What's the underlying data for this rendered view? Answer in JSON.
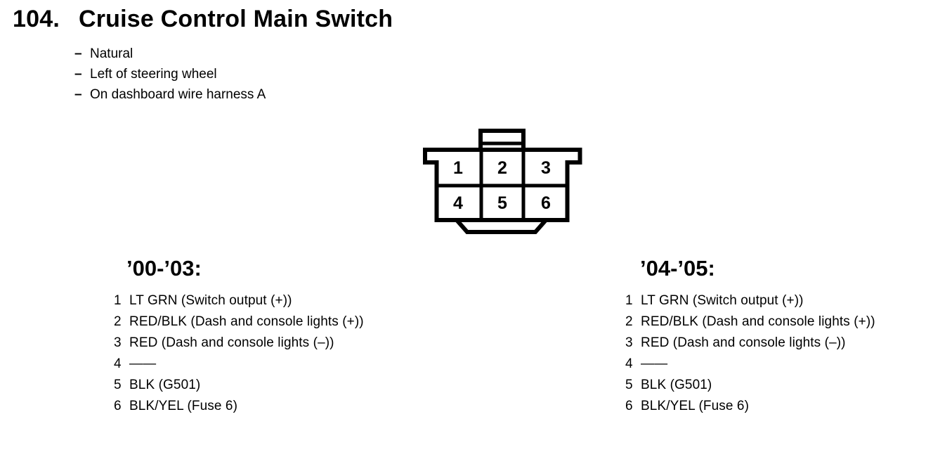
{
  "header": {
    "number": "104.",
    "title": "Cruise Control Main Switch"
  },
  "notes": {
    "marker": "–",
    "items": [
      "Natural",
      "Left of steering wheel",
      "On dashboard wire harness A"
    ]
  },
  "connector": {
    "type": "6-pin connector, front view",
    "pins": [
      "1",
      "2",
      "3",
      "4",
      "5",
      "6"
    ],
    "outline_color": "#000000",
    "fill_color": "#ffffff"
  },
  "pinouts": [
    {
      "heading": "’00-’03:",
      "pins": [
        {
          "num": "1",
          "desc": "LT GRN (Switch output (+))"
        },
        {
          "num": "2",
          "desc": "RED/BLK (Dash and console lights (+))"
        },
        {
          "num": "3",
          "desc": "RED (Dash and console lights (–))"
        },
        {
          "num": "4",
          "desc": "——"
        },
        {
          "num": "5",
          "desc": "BLK (G501)"
        },
        {
          "num": "6",
          "desc": "BLK/YEL (Fuse 6)"
        }
      ]
    },
    {
      "heading": "’04-’05:",
      "pins": [
        {
          "num": "1",
          "desc": "LT GRN (Switch output (+))"
        },
        {
          "num": "2",
          "desc": "RED/BLK (Dash and console lights (+))"
        },
        {
          "num": "3",
          "desc": "RED (Dash and console lights (–))"
        },
        {
          "num": "4",
          "desc": "——"
        },
        {
          "num": "5",
          "desc": "BLK (G501)"
        },
        {
          "num": "6",
          "desc": "BLK/YEL (Fuse 6)"
        }
      ]
    }
  ]
}
